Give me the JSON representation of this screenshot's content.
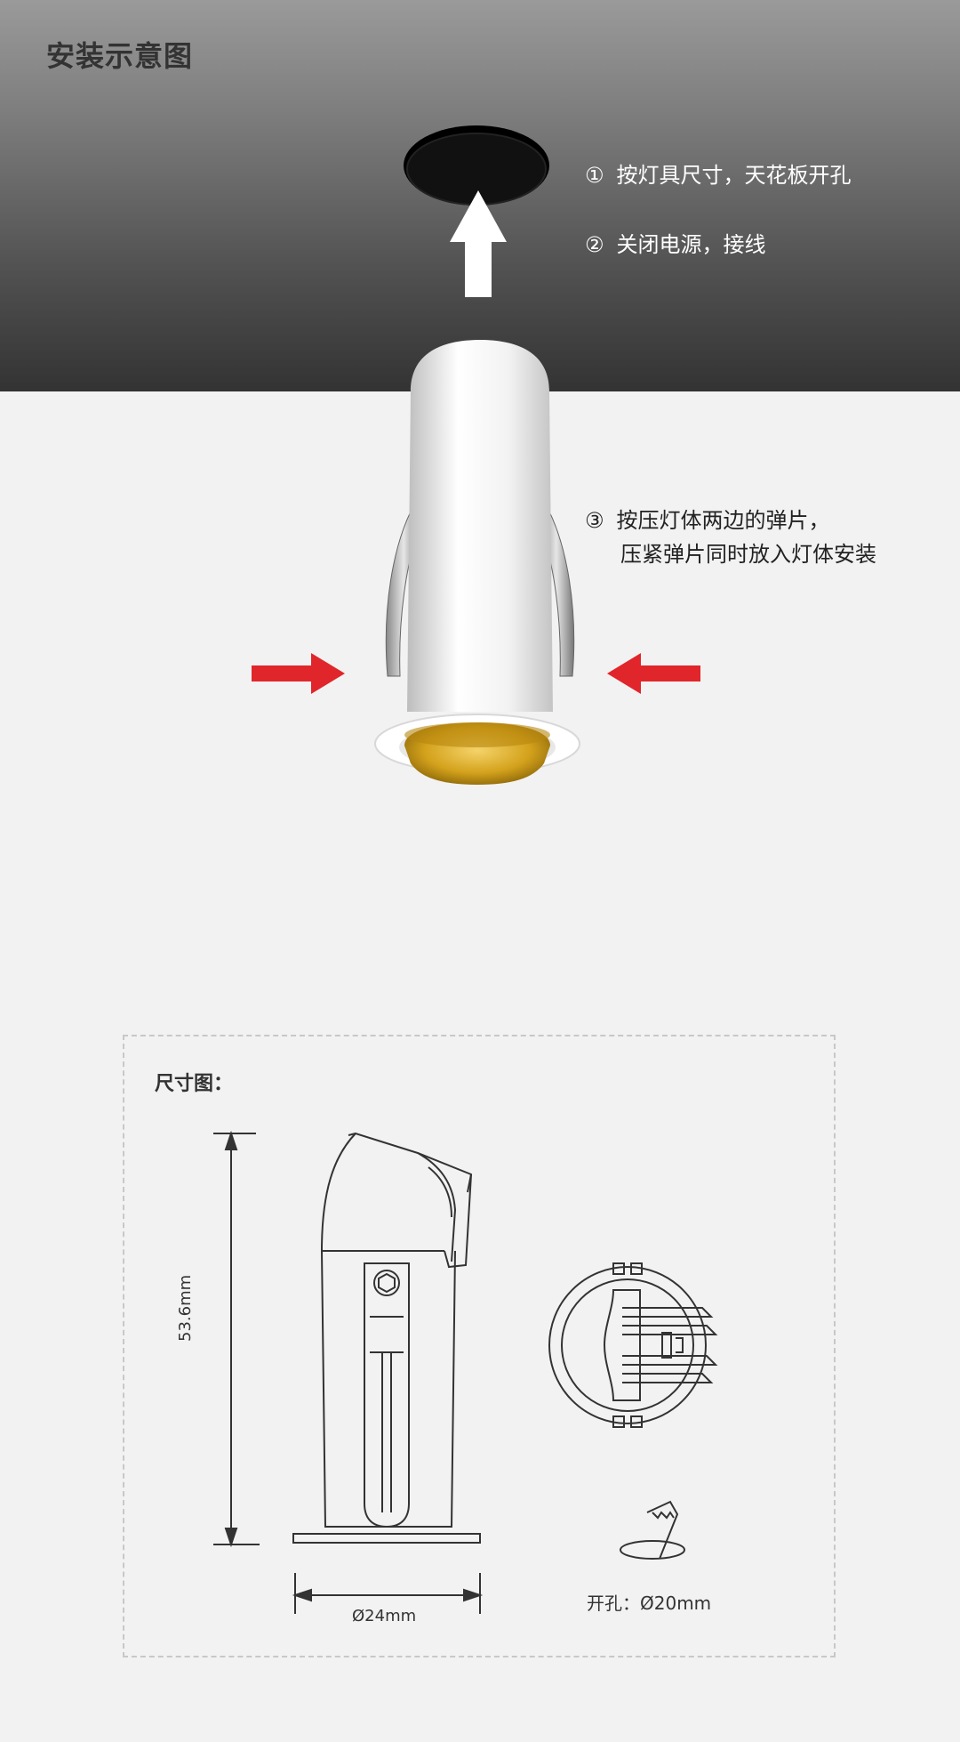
{
  "page": {
    "title": "安装示意图"
  },
  "steps": [
    {
      "num": "①",
      "text": "按灯具尺寸，天花板开孔"
    },
    {
      "num": "②",
      "text": "关闭电源，接线"
    },
    {
      "num": "③",
      "line1": "按压灯体两边的弹片，",
      "line2": "压紧弹片同时放入灯体安装"
    }
  ],
  "dimensions": {
    "title": "尺寸图：",
    "height_label": "53.6mm",
    "width_label": "Ø24mm",
    "hole_label": "开孔：Ø20mm"
  },
  "colors": {
    "arrow_red": "#e0262b",
    "reflector_gold": "#d4a21c",
    "ceiling_dark": "#333333"
  },
  "icons": [
    "up-arrow-icon",
    "right-arrow-icon",
    "left-arrow-icon",
    "hole-saw-icon"
  ]
}
